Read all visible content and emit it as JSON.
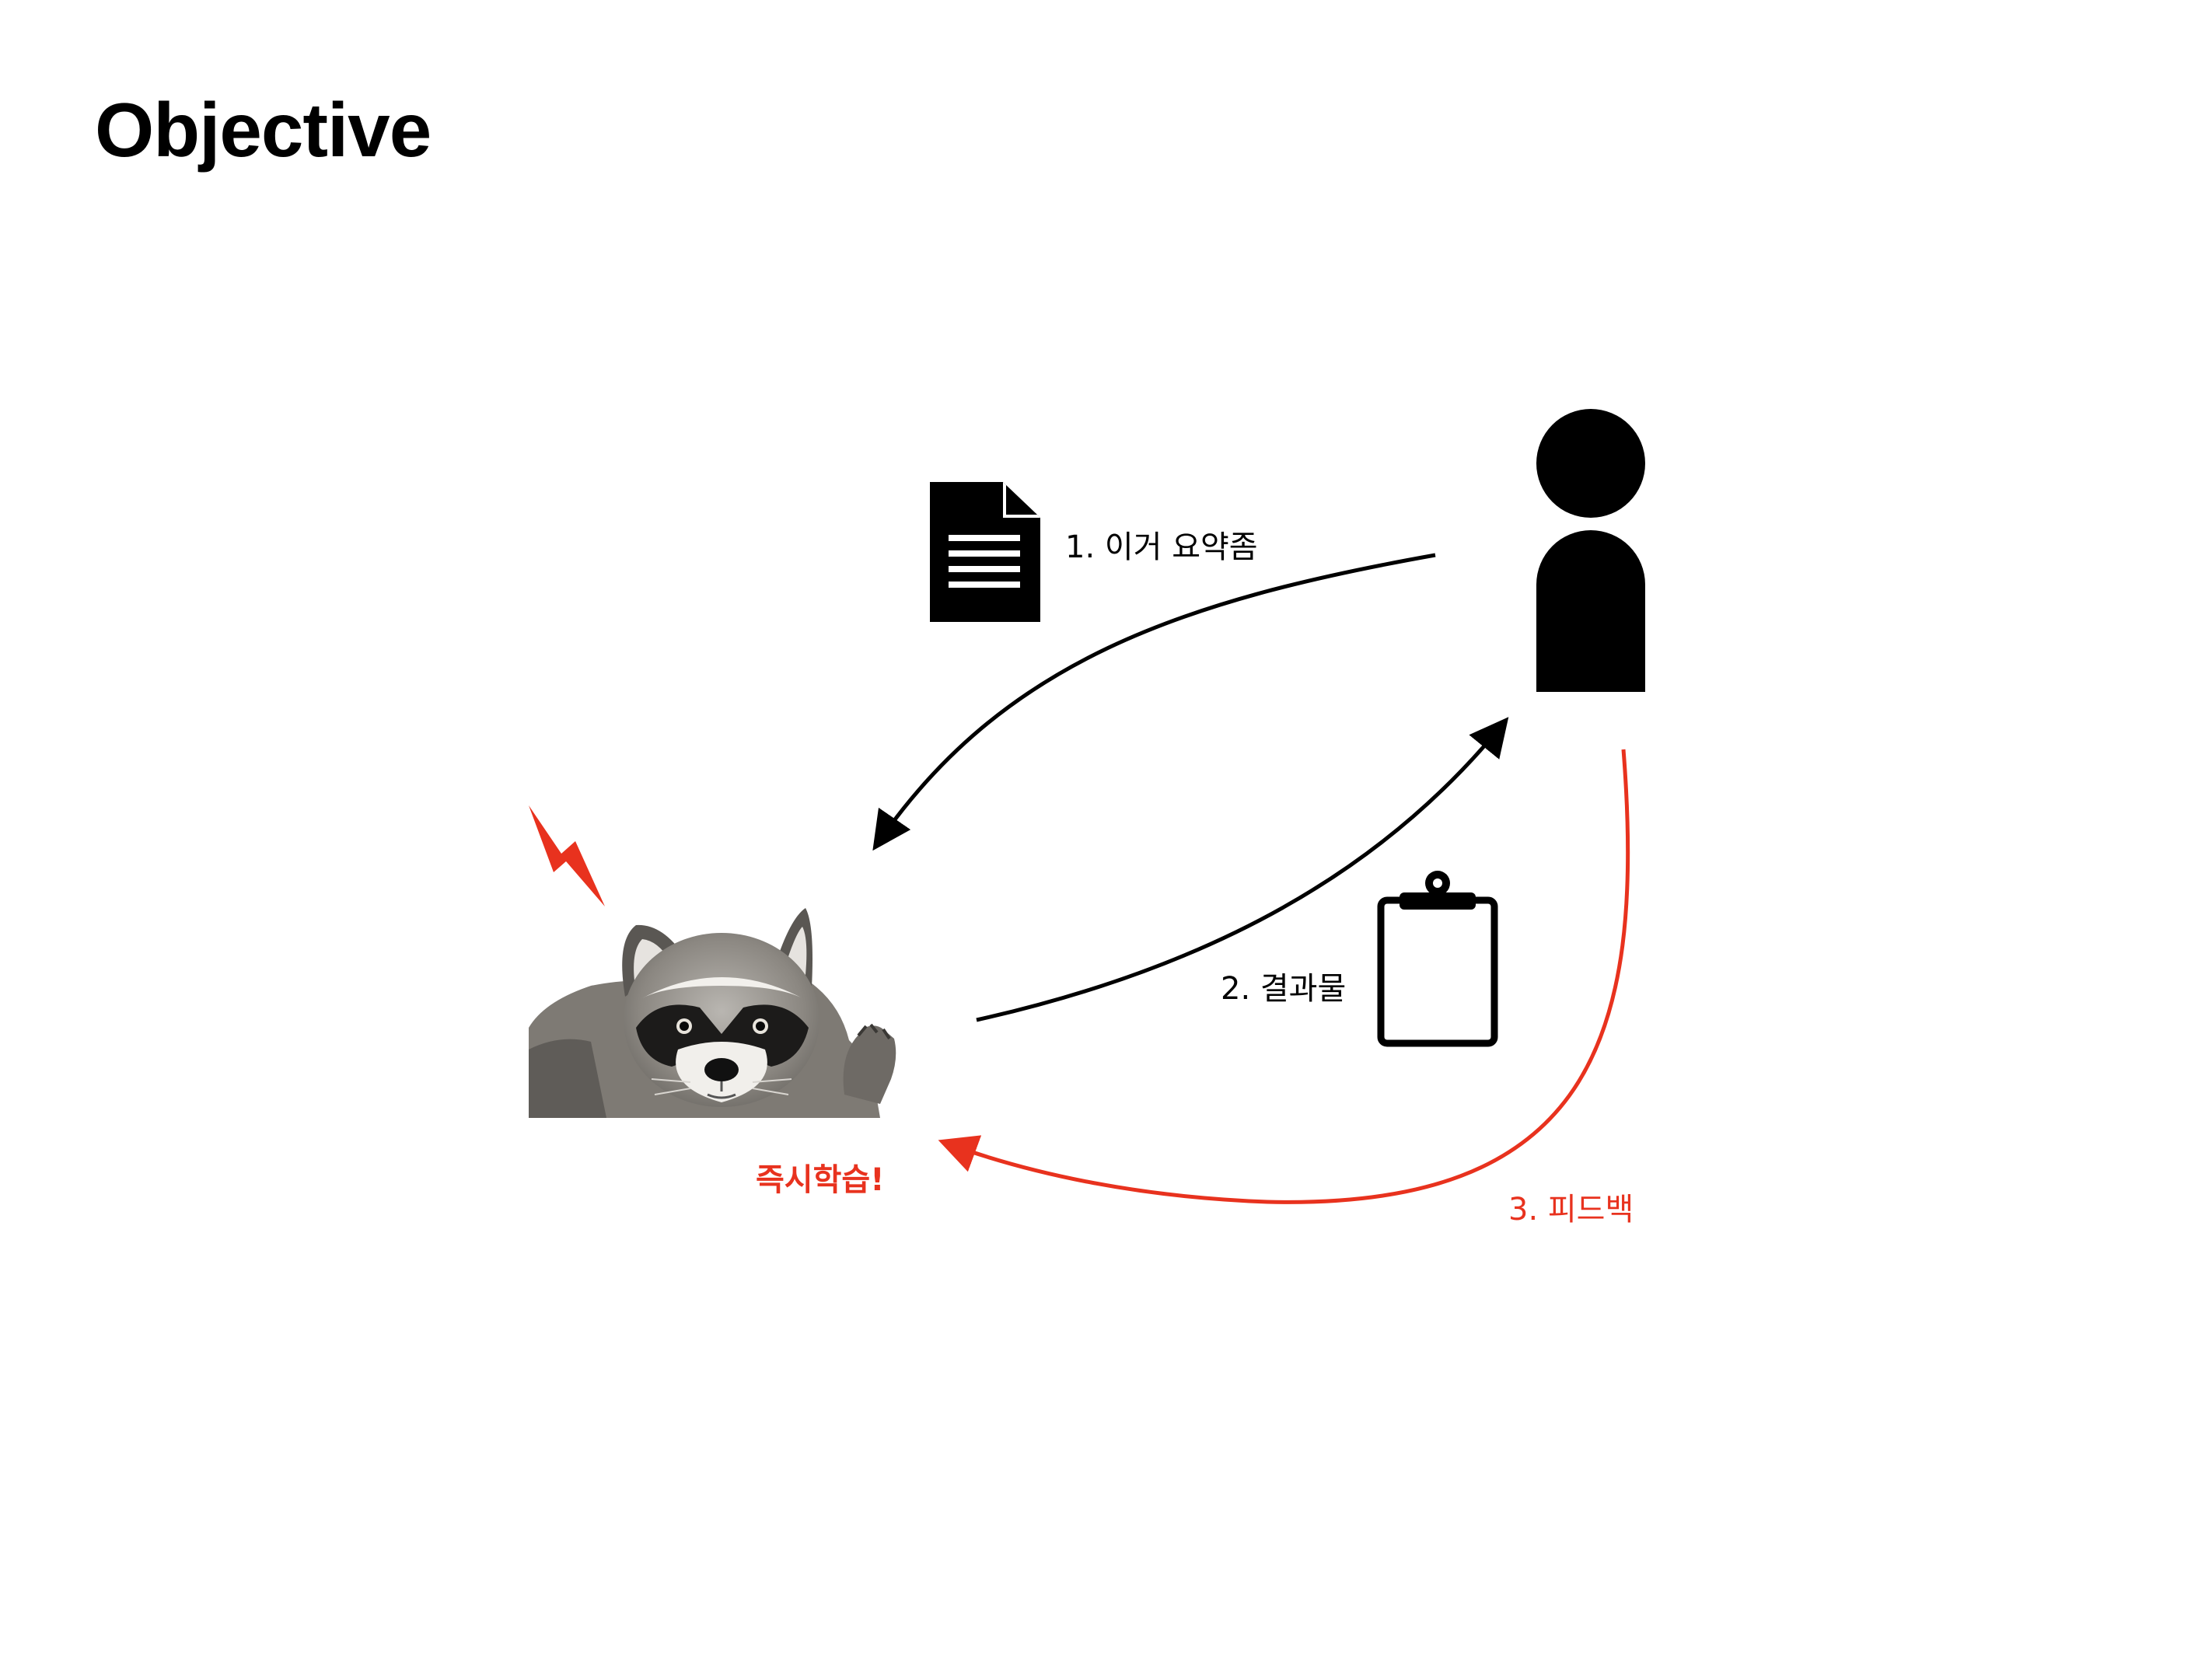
{
  "slide": {
    "title": "Objective"
  },
  "steps": {
    "request": "1. 이거 요약좀",
    "result": "2. 결과물",
    "feedback": "3. 피드백"
  },
  "agent": {
    "status": "즉시학습!"
  },
  "icons": {
    "document": "document-icon",
    "clipboard": "clipboard-icon",
    "person": "person-icon",
    "lightning": "lightning-icon",
    "agent": "raccoon-image"
  },
  "colors": {
    "ink": "#000000",
    "accent": "#e8321e"
  }
}
